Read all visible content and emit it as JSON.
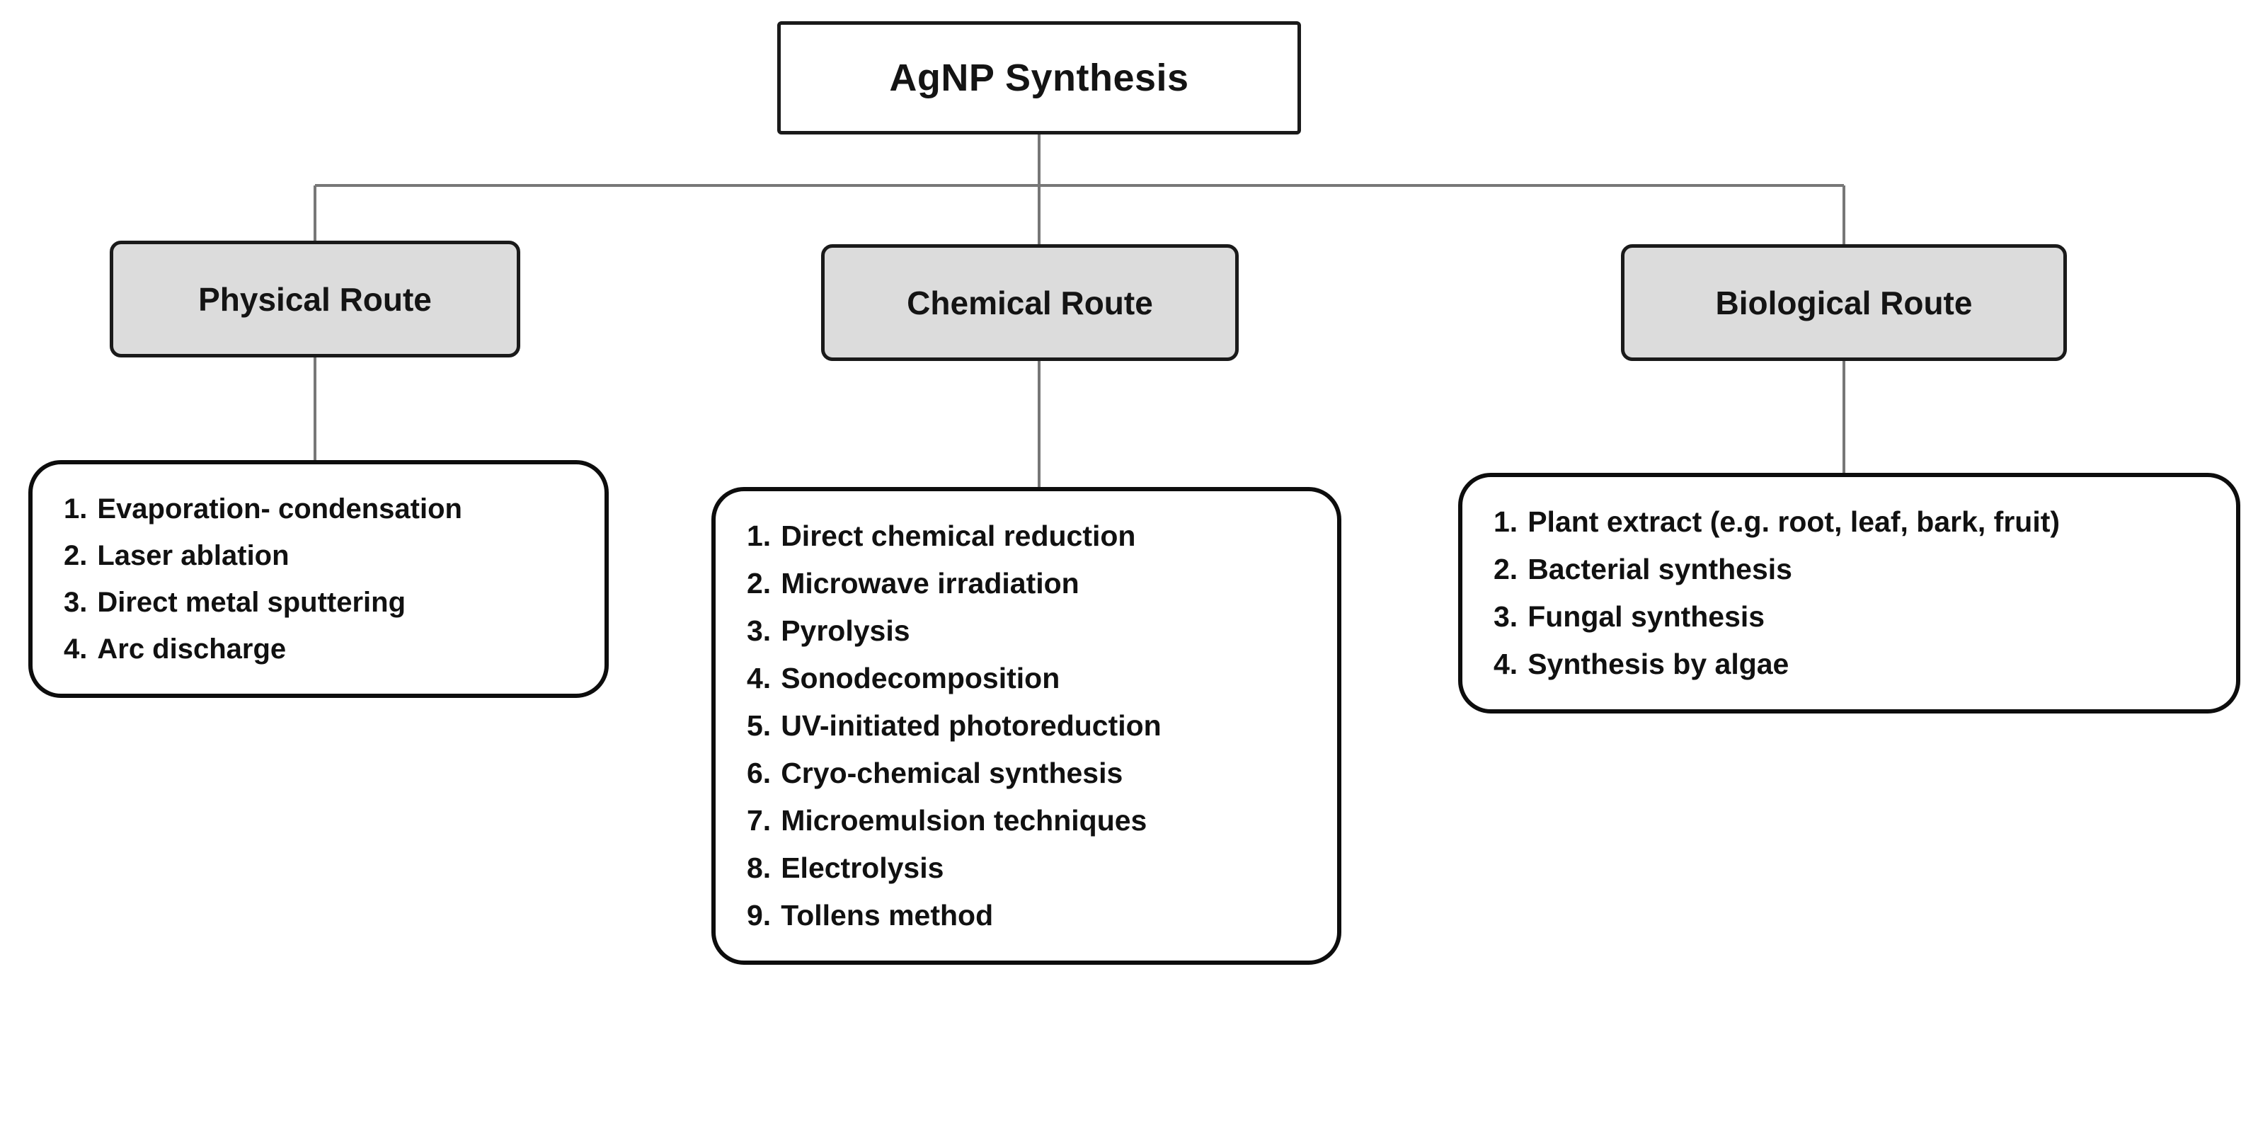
{
  "diagram": {
    "title": "AgNP Synthesis",
    "root": {
      "label": "AgNP Synthesis"
    },
    "branches": [
      {
        "key": "physical",
        "label": "Physical Route",
        "items": [
          {
            "num": "1.",
            "text": "Evaporation- condensation"
          },
          {
            "num": "2.",
            "text": "Laser ablation"
          },
          {
            "num": "3.",
            "text": "Direct metal sputtering"
          },
          {
            "num": "4.",
            "text": "Arc discharge"
          }
        ]
      },
      {
        "key": "chemical",
        "label": "Chemical Route",
        "items": [
          {
            "num": "1.",
            "text": "Direct chemical reduction"
          },
          {
            "num": "2.",
            "text": "Microwave irradiation"
          },
          {
            "num": "3.",
            "text": "Pyrolysis"
          },
          {
            "num": "4.",
            "text": "Sonodecomposition"
          },
          {
            "num": "5.",
            "text": "UV-initiated photoreduction"
          },
          {
            "num": "6.",
            "text": "Cryo-chemical synthesis"
          },
          {
            "num": "7.",
            "text": "Microemulsion techniques"
          },
          {
            "num": "8.",
            "text": "Electrolysis"
          },
          {
            "num": "9.",
            "text": "Tollens method"
          }
        ]
      },
      {
        "key": "biological",
        "label": "Biological Route",
        "items": [
          {
            "num": "1.",
            "text": "Plant extract (e.g. root, leaf, bark, fruit)"
          },
          {
            "num": "2.",
            "text": "Bacterial synthesis"
          },
          {
            "num": "3.",
            "text": "Fungal synthesis"
          },
          {
            "num": "4.",
            "text": "Synthesis by algae"
          }
        ]
      }
    ],
    "colors": {
      "node_border": "#111111",
      "route_fill": "#dcdcdc",
      "root_fill": "#ffffff",
      "connector": "#777777",
      "text": "#111111",
      "background": "#ffffff"
    }
  }
}
